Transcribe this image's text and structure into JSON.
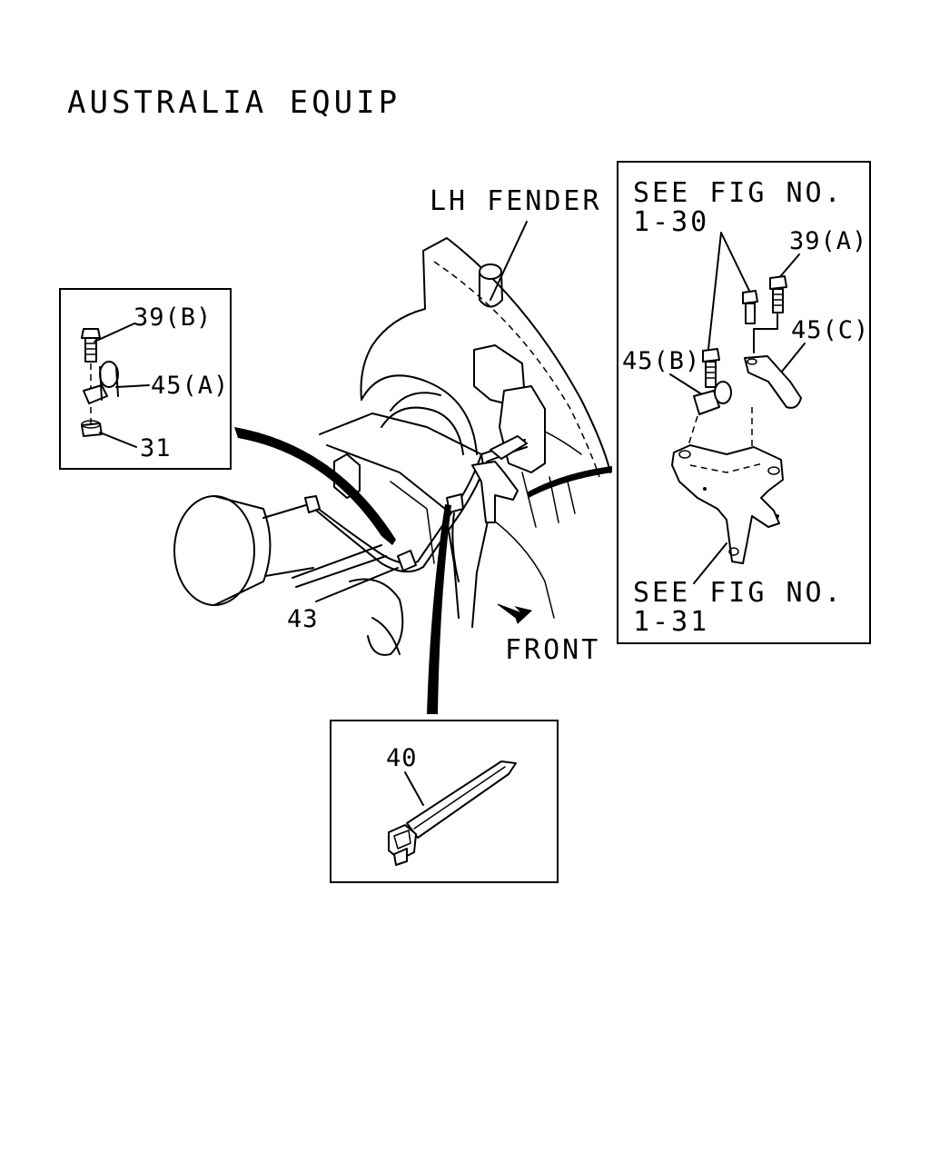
{
  "title": "AUSTRALIA EQUIP",
  "labels": {
    "lh_fender": "LH FENDER",
    "front": "FRONT",
    "see_fig_1": "SEE FIG NO.",
    "see_fig_1_num": "1-30",
    "see_fig_2": "SEE FIG NO.",
    "see_fig_2_num": "1-31"
  },
  "callouts": {
    "p39b": "39(B)",
    "p45a": "45(A)",
    "p31": "31",
    "p39a": "39(A)",
    "p45c": "45(C)",
    "p45b": "45(B)",
    "p43": "43",
    "p40": "40"
  }
}
